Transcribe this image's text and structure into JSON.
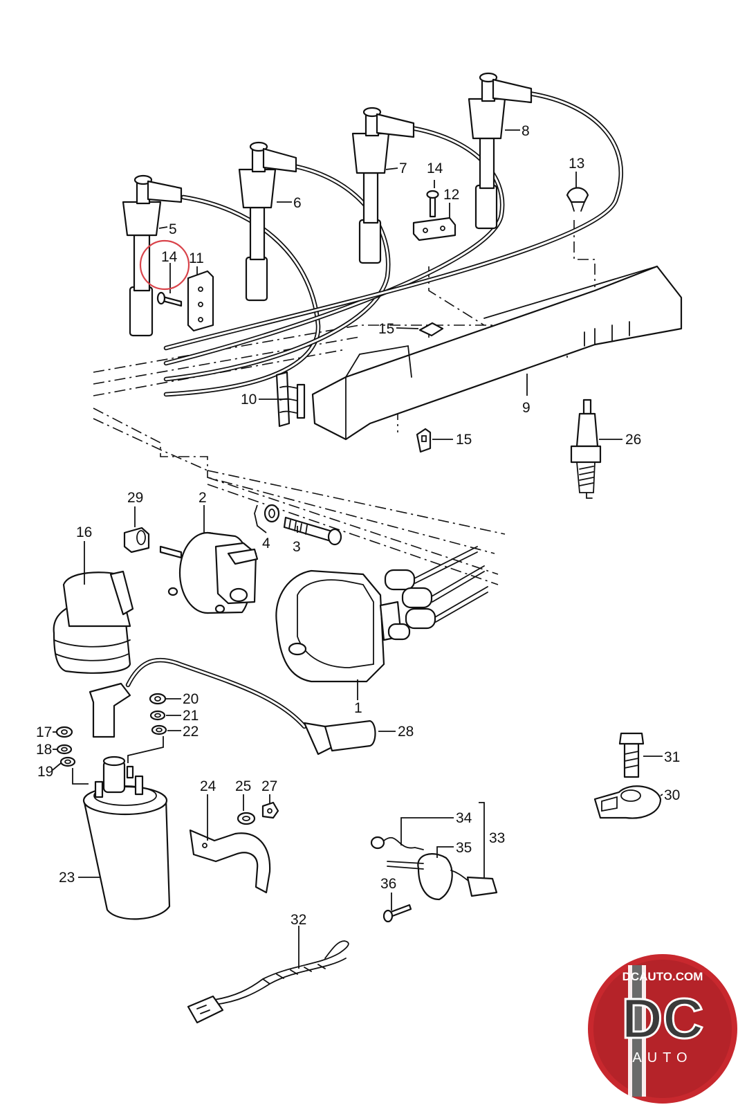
{
  "callouts": [
    {
      "n": "1"
    },
    {
      "n": "2"
    },
    {
      "n": "3"
    },
    {
      "n": "4"
    },
    {
      "n": "5"
    },
    {
      "n": "6"
    },
    {
      "n": "7"
    },
    {
      "n": "8"
    },
    {
      "n": "9"
    },
    {
      "n": "10"
    },
    {
      "n": "11"
    },
    {
      "n": "12"
    },
    {
      "n": "13"
    },
    {
      "n": "14"
    },
    {
      "n": "14"
    },
    {
      "n": "15"
    },
    {
      "n": "15"
    },
    {
      "n": "16"
    },
    {
      "n": "17"
    },
    {
      "n": "18"
    },
    {
      "n": "19"
    },
    {
      "n": "20"
    },
    {
      "n": "21"
    },
    {
      "n": "22"
    },
    {
      "n": "23"
    },
    {
      "n": "24"
    },
    {
      "n": "25"
    },
    {
      "n": "26"
    },
    {
      "n": "27"
    },
    {
      "n": "28"
    },
    {
      "n": "29"
    },
    {
      "n": "30"
    },
    {
      "n": "31"
    },
    {
      "n": "32"
    },
    {
      "n": "33"
    },
    {
      "n": "34"
    },
    {
      "n": "35"
    },
    {
      "n": "36"
    }
  ],
  "highlighted_callout": "14",
  "watermark": {
    "domain": "DCAUTO.COM",
    "logo_letters": "DC",
    "subtitle": "AUTO"
  },
  "colors": {
    "ink": "#111111",
    "highlight_ring": "#d9434a",
    "logo_red": "#c8282e",
    "logo_dark": "#3a3a3a"
  }
}
